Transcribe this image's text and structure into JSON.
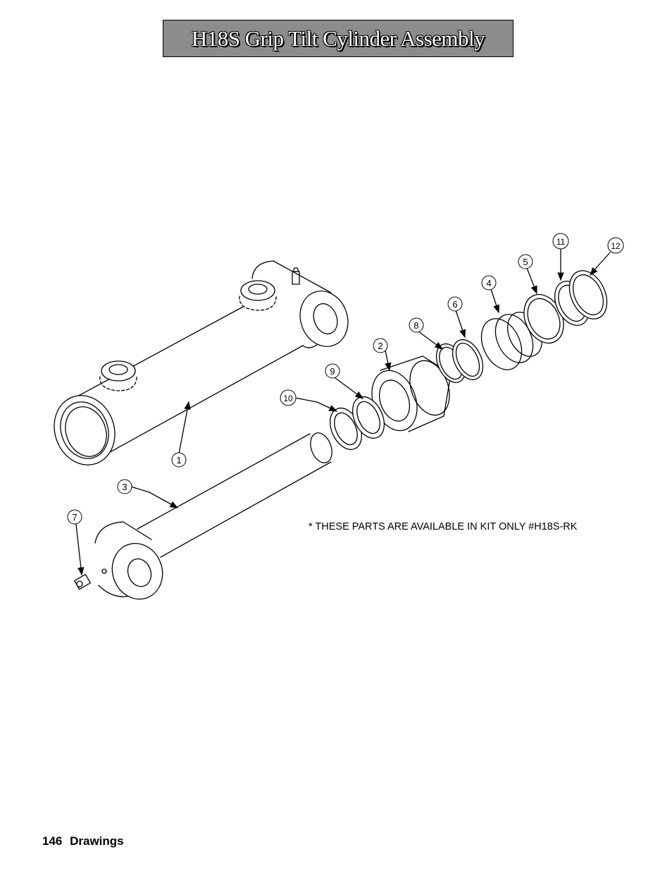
{
  "title": "H18S Grip Tilt Cylinder Assembly",
  "callouts": [
    {
      "id": "c1",
      "label": "1"
    },
    {
      "id": "c2",
      "label": "2"
    },
    {
      "id": "c3",
      "label": "3"
    },
    {
      "id": "c4",
      "label": "4"
    },
    {
      "id": "c5",
      "label": "5"
    },
    {
      "id": "c6",
      "label": "6"
    },
    {
      "id": "c7",
      "label": "7"
    },
    {
      "id": "c8",
      "label": "8"
    },
    {
      "id": "c9",
      "label": "9"
    },
    {
      "id": "c10",
      "label": "10"
    },
    {
      "id": "c11",
      "label": "11"
    },
    {
      "id": "c12",
      "label": "12"
    }
  ],
  "kit_note": "* THESE PARTS ARE AVAILABLE IN KIT ONLY #H18S-RK",
  "footer": {
    "page_number": "146",
    "section": "Drawings"
  }
}
